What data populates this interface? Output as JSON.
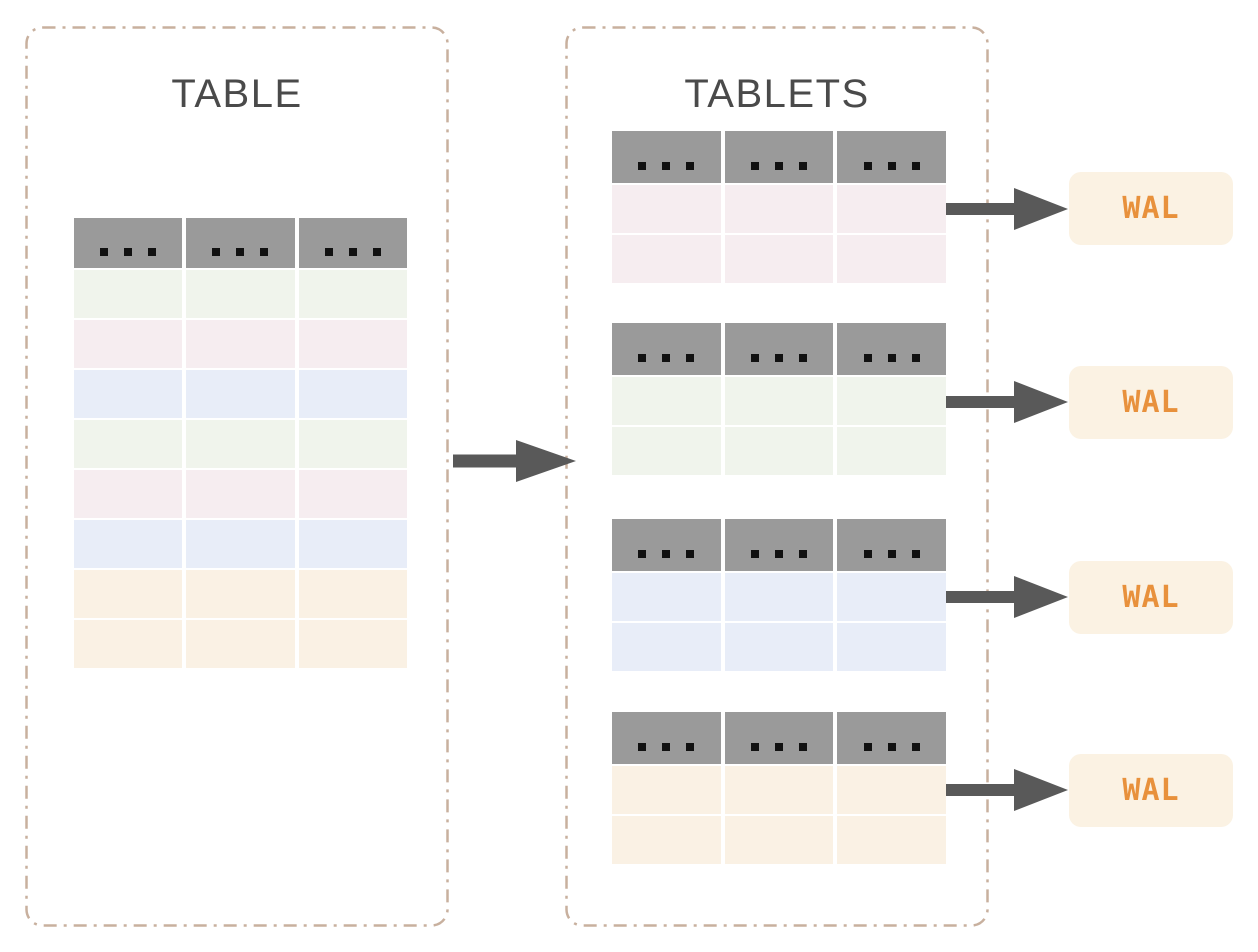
{
  "colors": {
    "header_gray": "#9a9a9a",
    "dot_black": "#111111",
    "row_pink": "#f6edf0",
    "row_green": "#f0f4ec",
    "row_blue": "#e8edf8",
    "row_orange": "#faf1e4",
    "wal_bg": "#fbf2e3",
    "wal_text": "#e8913c",
    "arrow": "#595959",
    "panel_border": "#c8b09e",
    "title_text": "#4a4a4a"
  },
  "table_panel": {
    "title": "TABLE",
    "columns": 3,
    "header_cell_label": "...",
    "row_colors": [
      "green",
      "pink",
      "blue",
      "green",
      "pink",
      "blue",
      "orange",
      "orange"
    ]
  },
  "tablets_panel": {
    "title": "TABLETS",
    "tablets": [
      {
        "id": "tablet-1",
        "color": "pink",
        "rows": 2,
        "columns": 3,
        "header_cell_label": "...",
        "wal_label": "WAL"
      },
      {
        "id": "tablet-2",
        "color": "green",
        "rows": 2,
        "columns": 3,
        "header_cell_label": "...",
        "wal_label": "WAL"
      },
      {
        "id": "tablet-3",
        "color": "blue",
        "rows": 2,
        "columns": 3,
        "header_cell_label": "...",
        "wal_label": "WAL"
      },
      {
        "id": "tablet-4",
        "color": "orange",
        "rows": 2,
        "columns": 3,
        "header_cell_label": "...",
        "wal_label": "WAL"
      }
    ]
  }
}
